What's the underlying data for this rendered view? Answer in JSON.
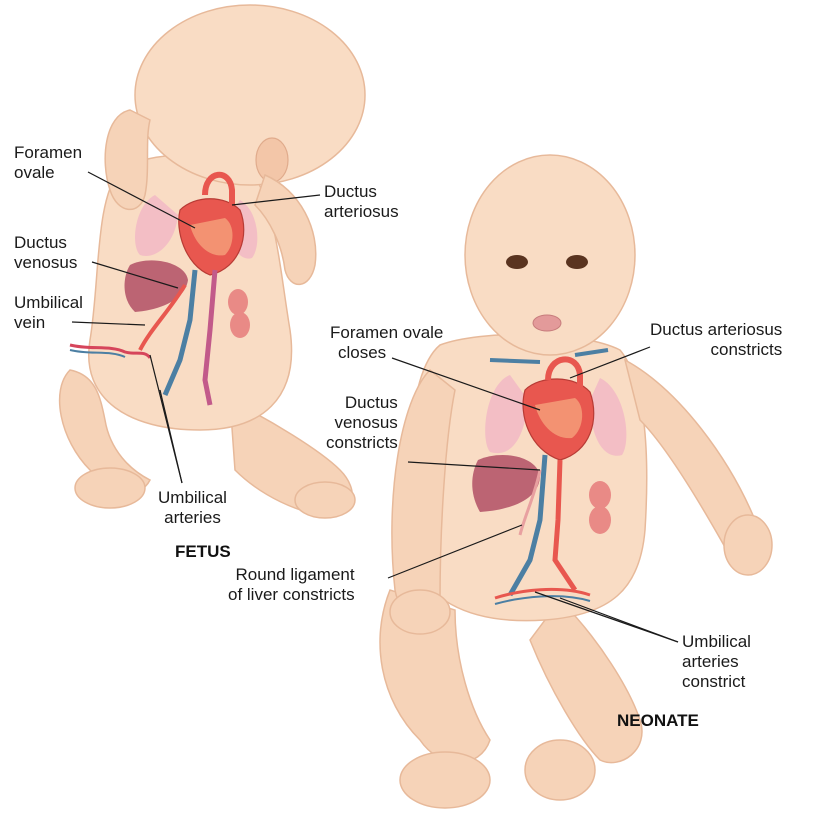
{
  "fetus": {
    "title": "FETUS",
    "labels": {
      "foramen_ovale": [
        "Foramen",
        "ovale"
      ],
      "ductus_arteriosus": [
        "Ductus",
        "arteriosus"
      ],
      "ductus_venosus": [
        "Ductus",
        "venosus"
      ],
      "umbilical_vein": [
        "Umbilical",
        "vein"
      ],
      "umbilical_arteries": [
        "Umbilical",
        "arteries"
      ]
    }
  },
  "neonate": {
    "title": "NEONATE",
    "labels": {
      "foramen_ovale_closes": [
        "Foramen ovale",
        "closes"
      ],
      "ductus_arteriosus_constricts": [
        "Ductus arteriosus",
        "constricts"
      ],
      "ductus_venosus_constricts": [
        "Ductus",
        "venosus",
        "constricts"
      ],
      "round_ligament": [
        "Round ligament",
        "of liver constricts"
      ],
      "umbilical_arteries_constrict": [
        "Umbilical",
        "arteries",
        "constrict"
      ]
    }
  },
  "colors": {
    "skin": "#f9dcc4",
    "skin_shade": "#f0c4a6",
    "artery": "#e8574f",
    "vein": "#4c7fa3",
    "lung": "#f2b8c6",
    "liver": "#b5566a",
    "kidney": "#e98a86",
    "leader": "#1a1a1a"
  }
}
